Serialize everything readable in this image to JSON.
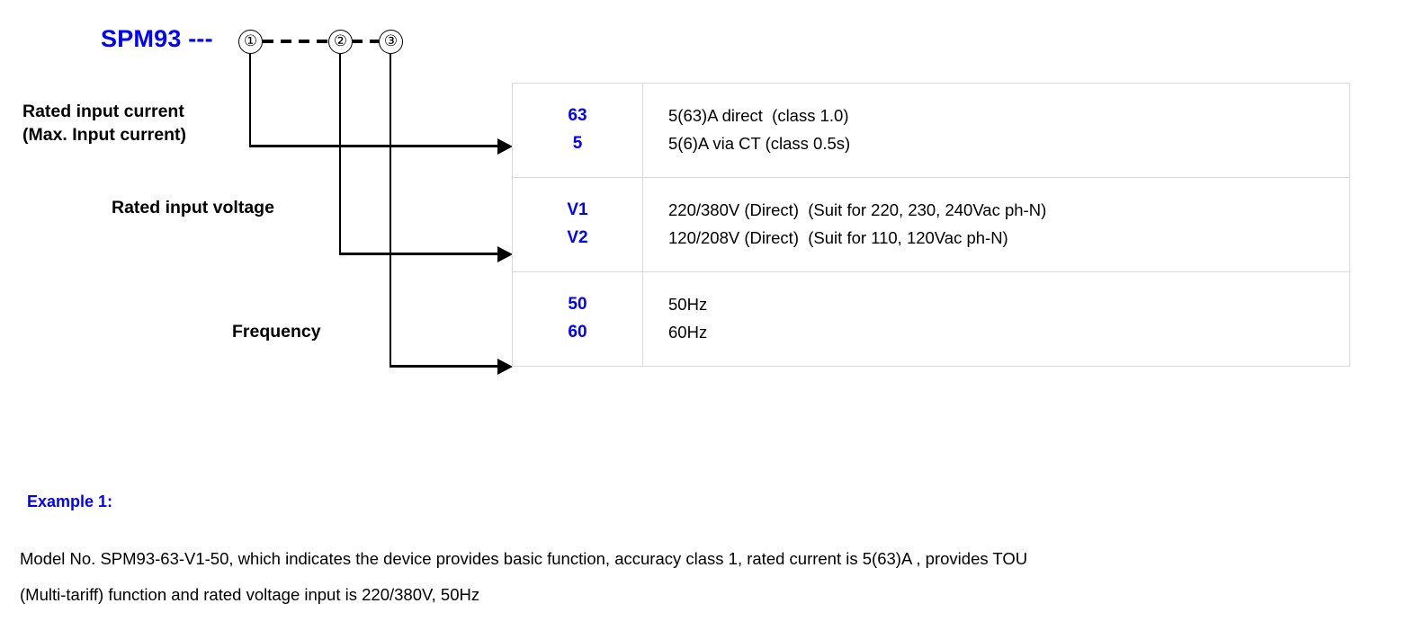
{
  "model": {
    "prefix": "SPM93 ---",
    "markers": [
      {
        "label": "①"
      },
      {
        "label": "②"
      },
      {
        "label": "③"
      }
    ]
  },
  "labels": [
    {
      "name": "rated-input-current",
      "text": "Rated input current\n(Max. Input current)"
    },
    {
      "name": "rated-input-voltage",
      "text": "Rated input voltage"
    },
    {
      "name": "frequency",
      "text": "Frequency"
    }
  ],
  "table": {
    "rows": [
      {
        "key": "rated-input-current",
        "codes": [
          "63",
          "5"
        ],
        "descriptions": [
          "5(63)A direct  (class 1.0)",
          "5(6)A via CT (class 0.5s)"
        ]
      },
      {
        "key": "rated-input-voltage",
        "codes": [
          "V1",
          "V2"
        ],
        "descriptions": [
          "220/380V (Direct)  (Suit for 220, 230, 240Vac ph-N)",
          "120/208V (Direct)  (Suit for 110, 120Vac ph-N)"
        ]
      },
      {
        "key": "frequency",
        "codes": [
          "50",
          "60"
        ],
        "descriptions": [
          "50Hz",
          "60Hz"
        ]
      }
    ]
  },
  "example": {
    "title": "Example 1:",
    "body": "Model No. SPM93-63-V1-50, which indicates the device provides basic function, accuracy class 1, rated current is 5(63)A , provides TOU\n(Multi-tariff) function and rated voltage input is 220/380V, 50Hz"
  },
  "colors": {
    "accent_blue": "#0000FF",
    "line_black": "#000000",
    "table_border": "#D9D9D9"
  }
}
